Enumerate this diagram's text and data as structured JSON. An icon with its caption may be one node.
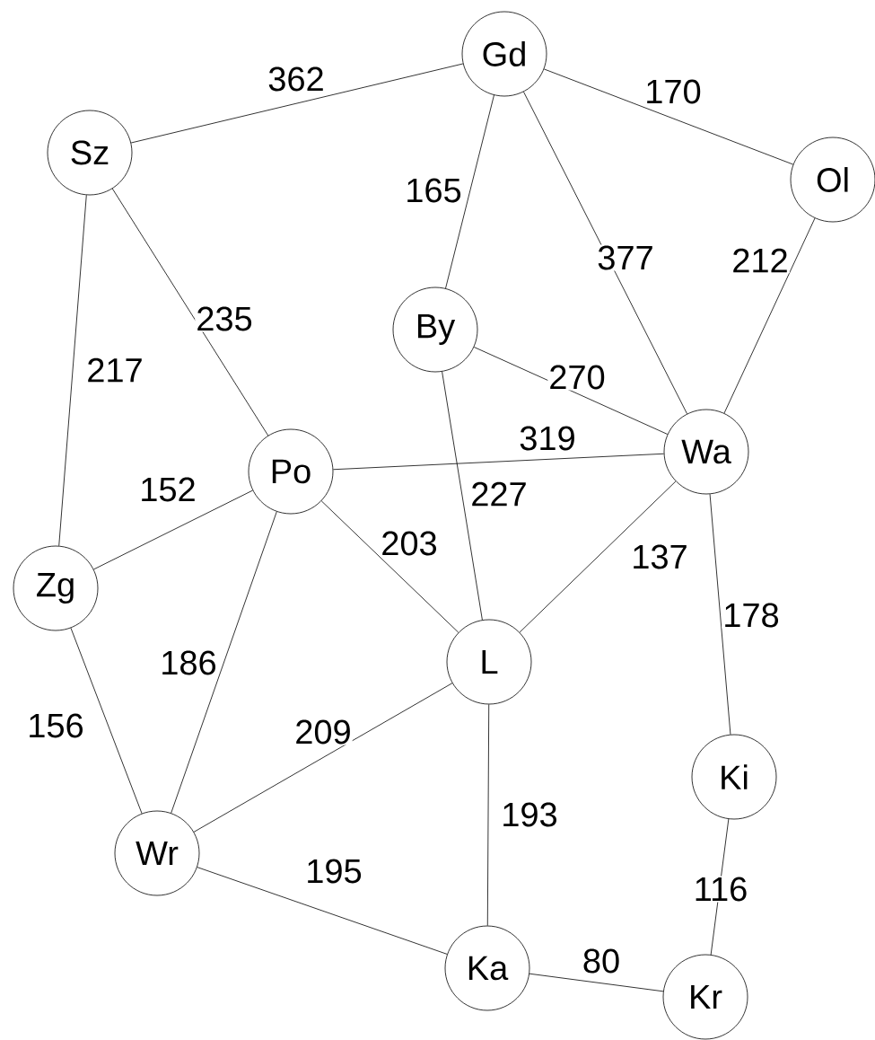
{
  "diagram": {
    "nodes": [
      {
        "text": [
          "Gd"
        ]
      },
      {
        "text": [
          "Sz"
        ]
      },
      {
        "text": [
          "Ol"
        ]
      },
      {
        "text": [
          "By"
        ]
      },
      {
        "text": [
          "Wa"
        ]
      },
      {
        "text": [
          "Po"
        ]
      },
      {
        "text": [
          "Zg"
        ]
      },
      {
        "text": [
          "L"
        ]
      },
      {
        "text": [
          "Ki"
        ]
      },
      {
        "text": [
          "Wr"
        ]
      },
      {
        "text": [
          "Ka"
        ]
      },
      {
        "text": [
          "Kr"
        ]
      }
    ],
    "edges": [
      {
        "from": 1,
        "to": 0,
        "arrow": "none",
        "label": "362"
      },
      {
        "from": 0,
        "to": 2,
        "arrow": "none",
        "label": "170"
      },
      {
        "from": 0,
        "to": 3,
        "arrow": "none",
        "label": "165"
      },
      {
        "from": 0,
        "to": 4,
        "arrow": "none",
        "label": "377"
      },
      {
        "from": 2,
        "to": 4,
        "arrow": "none",
        "label": "212"
      },
      {
        "from": 1,
        "to": 6,
        "arrow": "none",
        "label": "217"
      },
      {
        "from": 1,
        "to": 5,
        "arrow": "none",
        "label": "235"
      },
      {
        "from": 3,
        "to": 4,
        "arrow": "none",
        "label": "270"
      },
      {
        "from": 5,
        "to": 4,
        "arrow": "none",
        "label": "319"
      },
      {
        "from": 3,
        "to": 7,
        "arrow": "none",
        "label": "227"
      },
      {
        "from": 6,
        "to": 5,
        "arrow": "none",
        "label": "152"
      },
      {
        "from": 5,
        "to": 7,
        "arrow": "none",
        "label": "203"
      },
      {
        "from": 4,
        "to": 7,
        "arrow": "none",
        "label": "137"
      },
      {
        "from": 4,
        "to": 8,
        "arrow": "none",
        "label": "178"
      },
      {
        "from": 6,
        "to": 9,
        "arrow": "none",
        "label": "156"
      },
      {
        "from": 5,
        "to": 9,
        "arrow": "none",
        "label": "186"
      },
      {
        "from": 7,
        "to": 9,
        "arrow": "none",
        "label": "209"
      },
      {
        "from": 7,
        "to": 10,
        "arrow": "none",
        "label": "193"
      },
      {
        "from": 9,
        "to": 10,
        "arrow": "none",
        "label": "195"
      },
      {
        "from": 8,
        "to": 11,
        "arrow": "none",
        "label": "116"
      },
      {
        "from": 10,
        "to": 11,
        "arrow": "none",
        "label": "80"
      }
    ]
  }
}
